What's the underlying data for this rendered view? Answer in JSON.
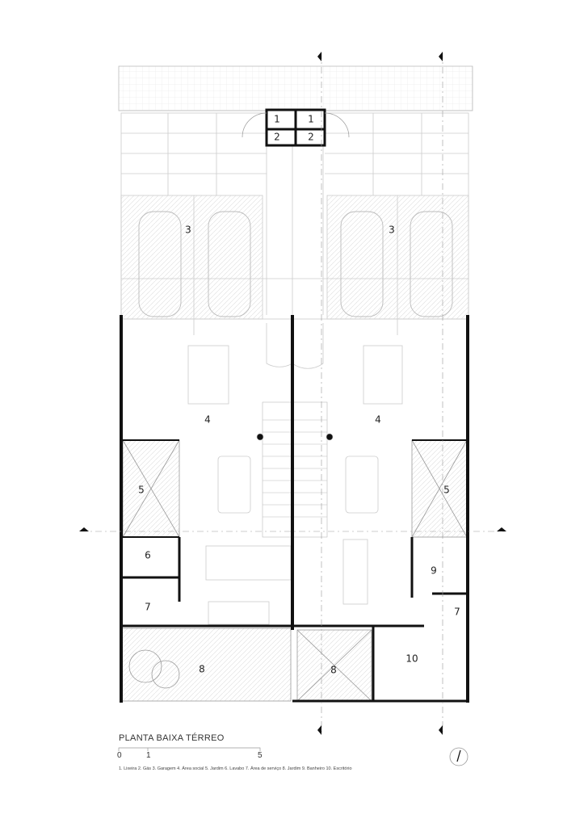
{
  "plan": {
    "title": "PLANTA BAIXA TÉRREO",
    "scale_labels": [
      "0",
      "1",
      "5"
    ],
    "legend": "1. Lixeira 2. Gás 3. Garagem 4. Área social 5. Jardim 6. Lavabo 7. Área de serviço 8. Jardim 9. Banheiro 10. Escritório",
    "room_numbers": {
      "lixeira_left": "1",
      "lixeira_right": "1",
      "gas_left": "2",
      "gas_right": "2",
      "garage_left": "3",
      "garage_right": "3",
      "social_left": "4",
      "social_right": "4",
      "garden_left": "5",
      "garden_right": "5",
      "lavabo": "6",
      "service_left": "7",
      "service_right": "7",
      "rear_garden_left": "8",
      "rear_garden_right": "8",
      "bathroom": "9",
      "office": "10"
    },
    "colors": {
      "wall": "#111111",
      "line": "#bbbbbb",
      "hatch": "#d9d9d9"
    }
  }
}
